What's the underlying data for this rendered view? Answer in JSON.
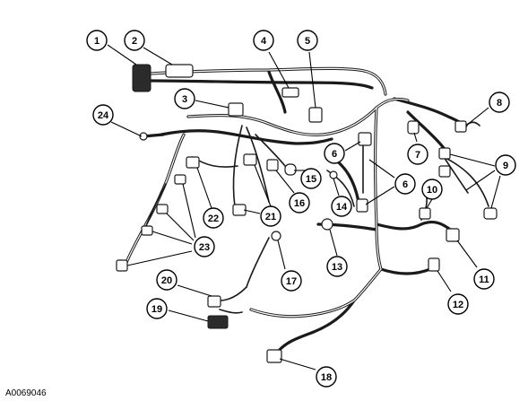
{
  "figure_id": "A0069046",
  "callouts": [
    "1",
    "2",
    "3",
    "4",
    "5",
    "6",
    "6",
    "7",
    "8",
    "9",
    "10",
    "11",
    "12",
    "13",
    "14",
    "15",
    "16",
    "17",
    "18",
    "19",
    "20",
    "21",
    "22",
    "23",
    "24"
  ]
}
